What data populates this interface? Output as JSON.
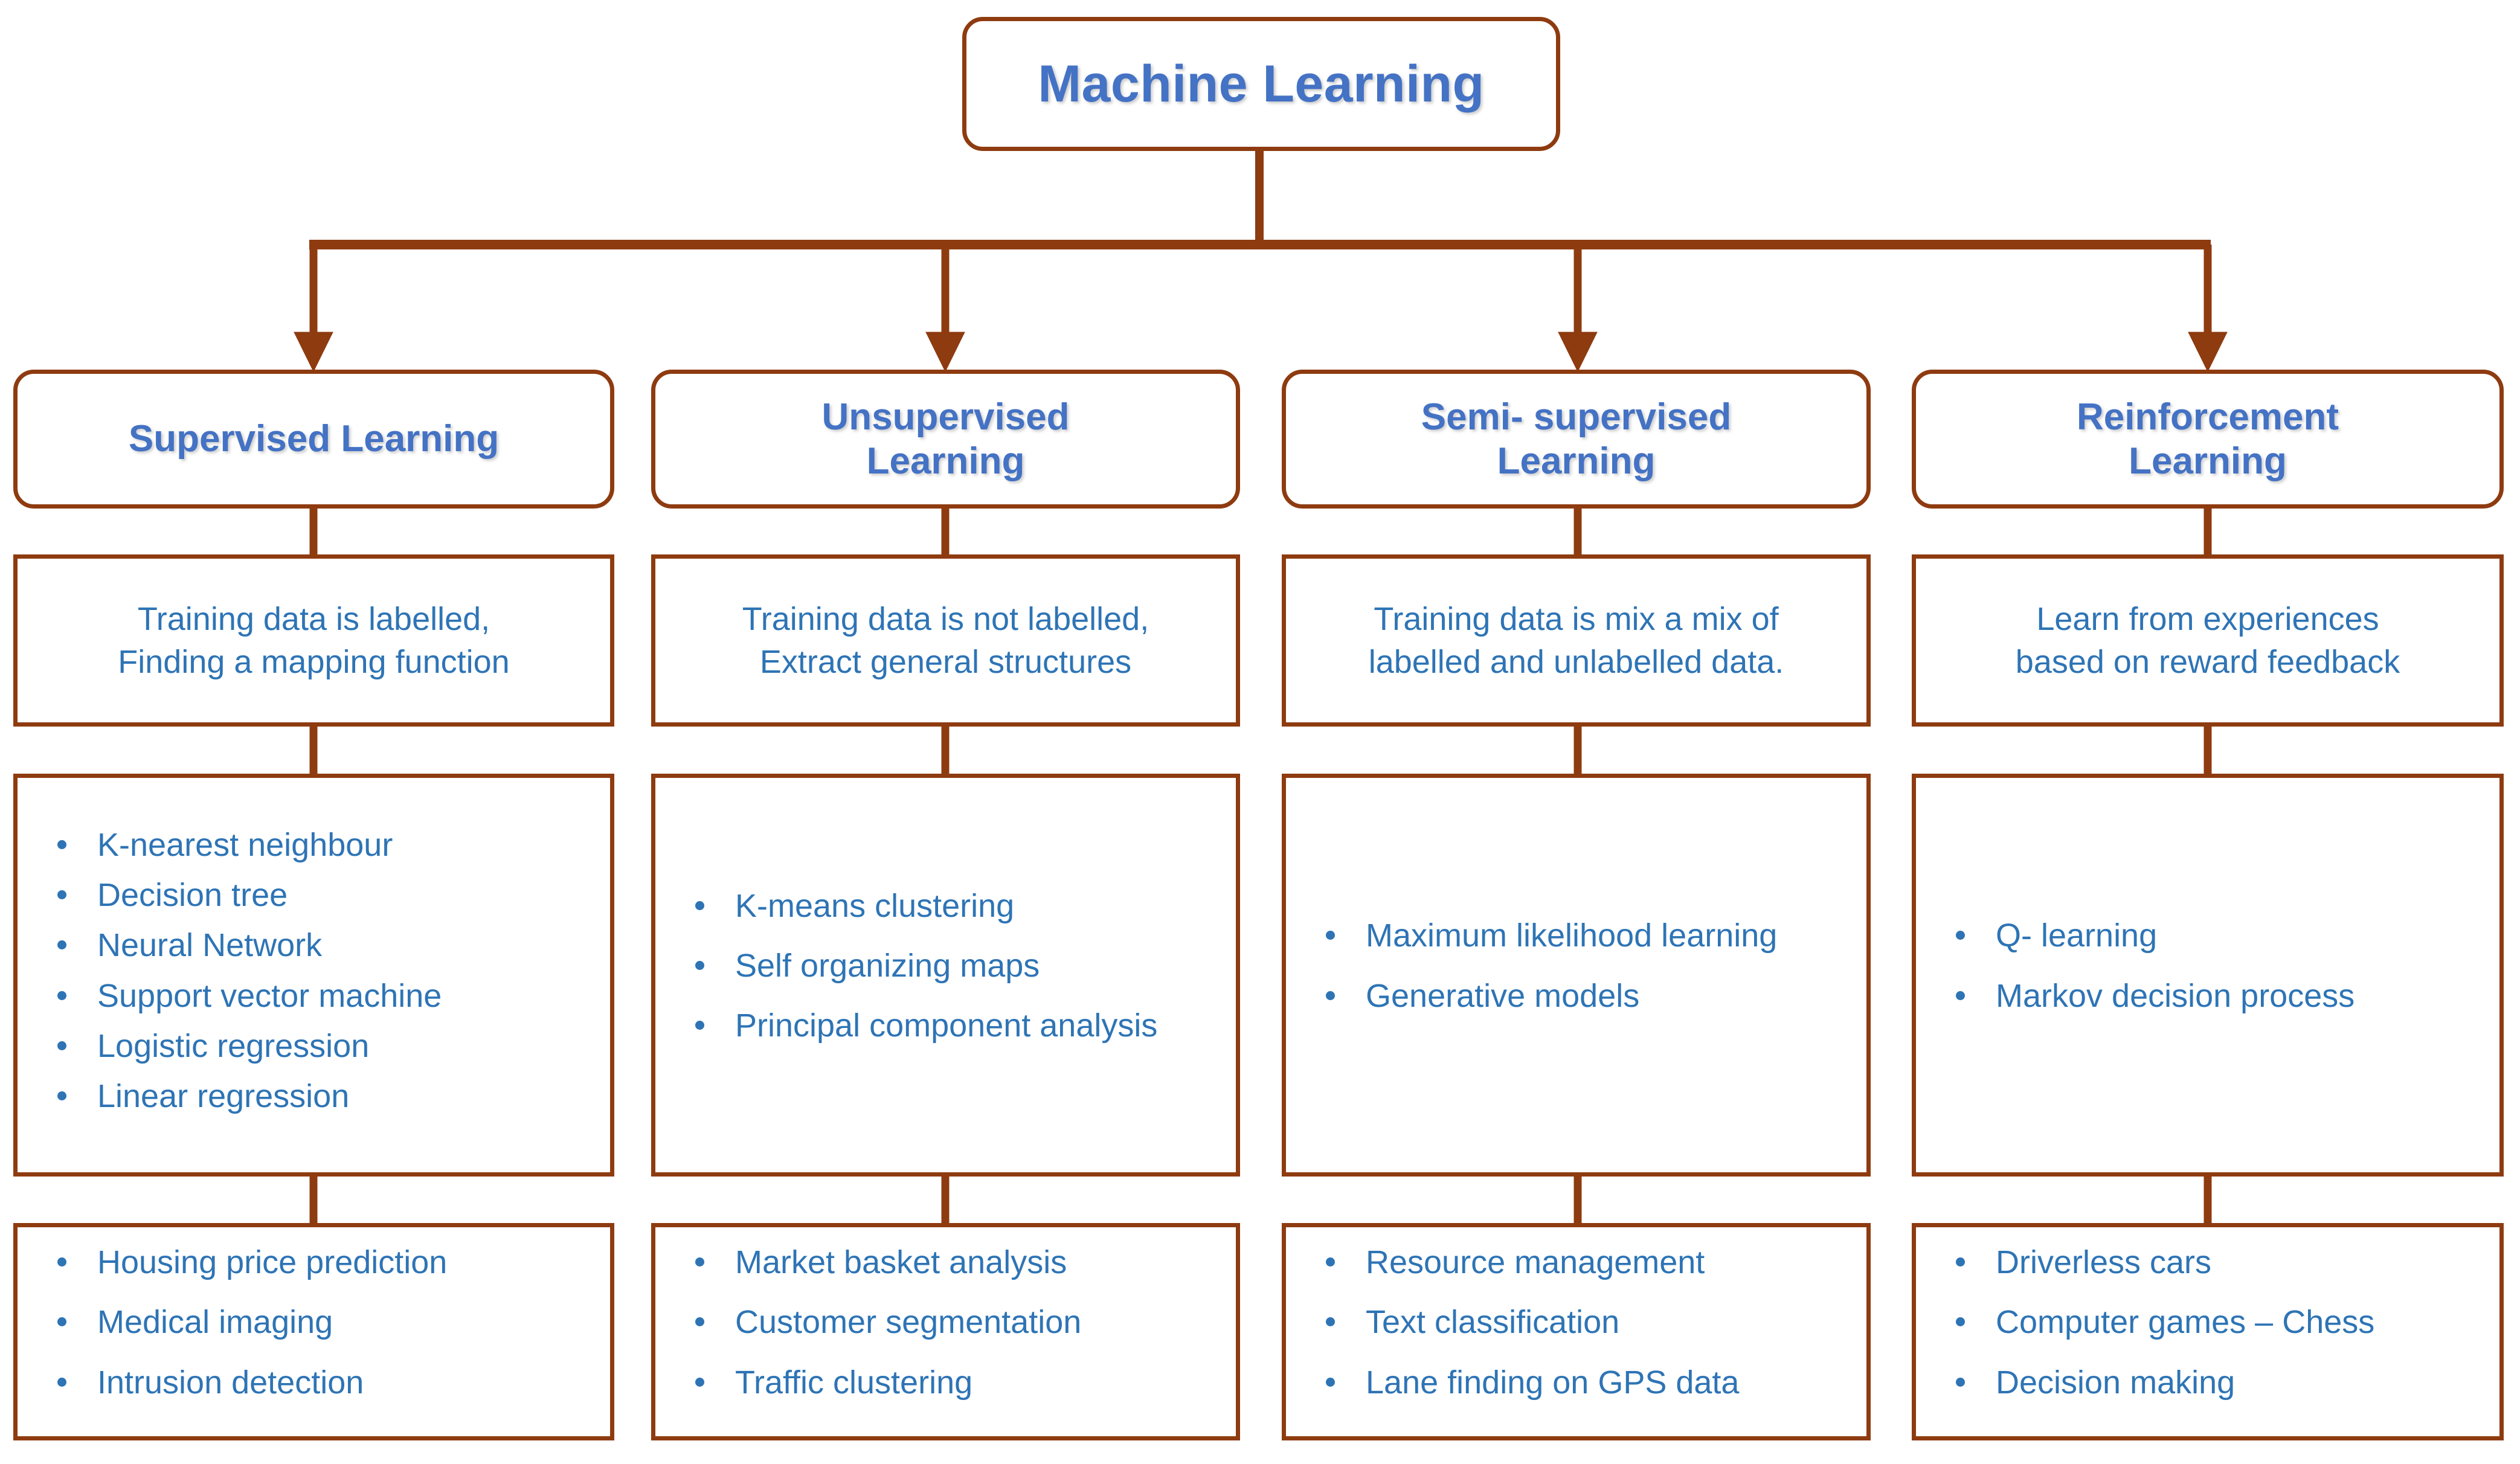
{
  "diagram": {
    "title": "Machine Learning",
    "root": {
      "label": "Machine Learning"
    },
    "colors": {
      "border": "#8E3B10",
      "connector": "#8E3B10",
      "heading_text": "#4472C4",
      "body_text": "#2E74B5",
      "background": "#FFFFFF"
    },
    "branches": [
      {
        "id": "supervised",
        "header": {
          "line1": "Supervised Learning",
          "line2": ""
        },
        "description": {
          "line1": "Training data is labelled,",
          "line2": "Finding a mapping function"
        },
        "algorithms": [
          "K-nearest neighbour",
          "Decision tree",
          "Neural Network",
          "Support vector machine",
          "Logistic regression",
          "Linear regression"
        ],
        "applications": [
          "Housing price prediction",
          "Medical imaging",
          "Intrusion detection"
        ]
      },
      {
        "id": "unsupervised",
        "header": {
          "line1": "Unsupervised",
          "line2": "Learning"
        },
        "description": {
          "line1": "Training data is not labelled,",
          "line2": "Extract general structures"
        },
        "algorithms": [
          "K-means clustering",
          "Self organizing maps",
          "Principal component analysis"
        ],
        "applications": [
          "Market basket analysis",
          "Customer segmentation",
          "Traffic clustering"
        ]
      },
      {
        "id": "semi-supervised",
        "header": {
          "line1": "Semi- supervised",
          "line2": "Learning"
        },
        "description": {
          "line1": "Training data is mix a mix of",
          "line2": "labelled and unlabelled data."
        },
        "algorithms": [
          "Maximum likelihood learning",
          "Generative models"
        ],
        "applications": [
          "Resource management",
          "Text classification",
          "Lane finding on GPS data"
        ]
      },
      {
        "id": "reinforcement",
        "header": {
          "line1": "Reinforcement",
          "line2": "Learning"
        },
        "description": {
          "line1": "Learn from experiences",
          "line2": "based on reward feedback"
        },
        "algorithms": [
          "Q- learning",
          "Markov decision process"
        ],
        "applications": [
          "Driverless cars",
          "Computer games – Chess",
          "Decision making"
        ]
      }
    ]
  }
}
